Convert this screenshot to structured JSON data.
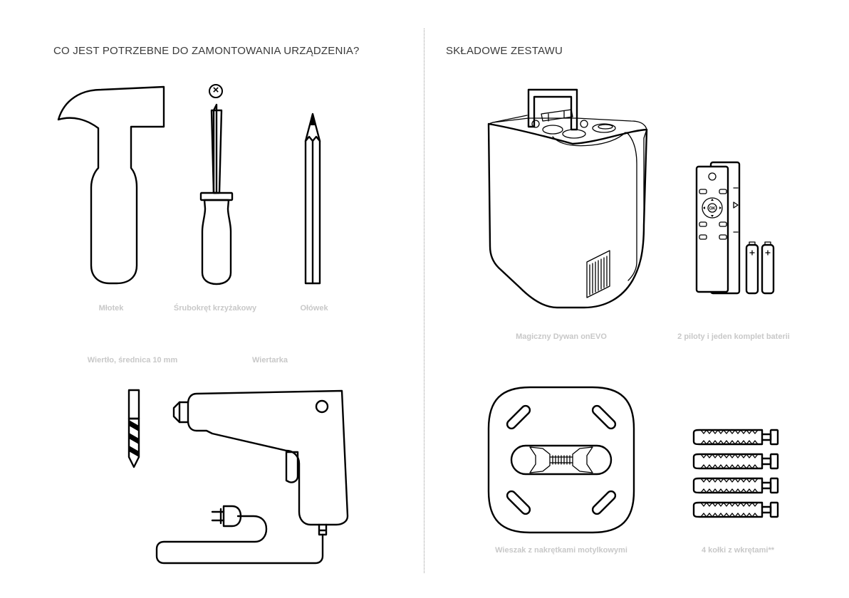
{
  "left_section": {
    "heading": "CO JEST POTRZEBNE DO ZAMONTOWANIA URZĄDZENIA?",
    "tools": [
      {
        "label": "Młotek",
        "icon": "hammer-icon"
      },
      {
        "label": "Śrubokręt krzyżakowy",
        "icon": "screwdriver-icon"
      },
      {
        "label": "Ołówek",
        "icon": "pencil-icon"
      },
      {
        "label": "Wiertło, średnica 10 mm",
        "icon": "drill-bit-icon"
      },
      {
        "label": "Wiertarka",
        "icon": "power-drill-icon"
      }
    ],
    "phillips_symbol": "⊗"
  },
  "right_section": {
    "heading": "SKŁADOWE ZESTAWU",
    "items": [
      {
        "label": "Magiczny Dywan onEVO",
        "icon": "projector-device-icon"
      },
      {
        "label": "2 piloty i jeden komplet baterii",
        "icon": "remote-controls-icon"
      },
      {
        "label": "Wieszak z nakrętkami motylkowymi",
        "icon": "wall-mount-bracket-icon"
      },
      {
        "label": "4 kołki z wkrętami**",
        "icon": "wall-plugs-icon"
      }
    ],
    "remote_ok_label": "OK"
  }
}
